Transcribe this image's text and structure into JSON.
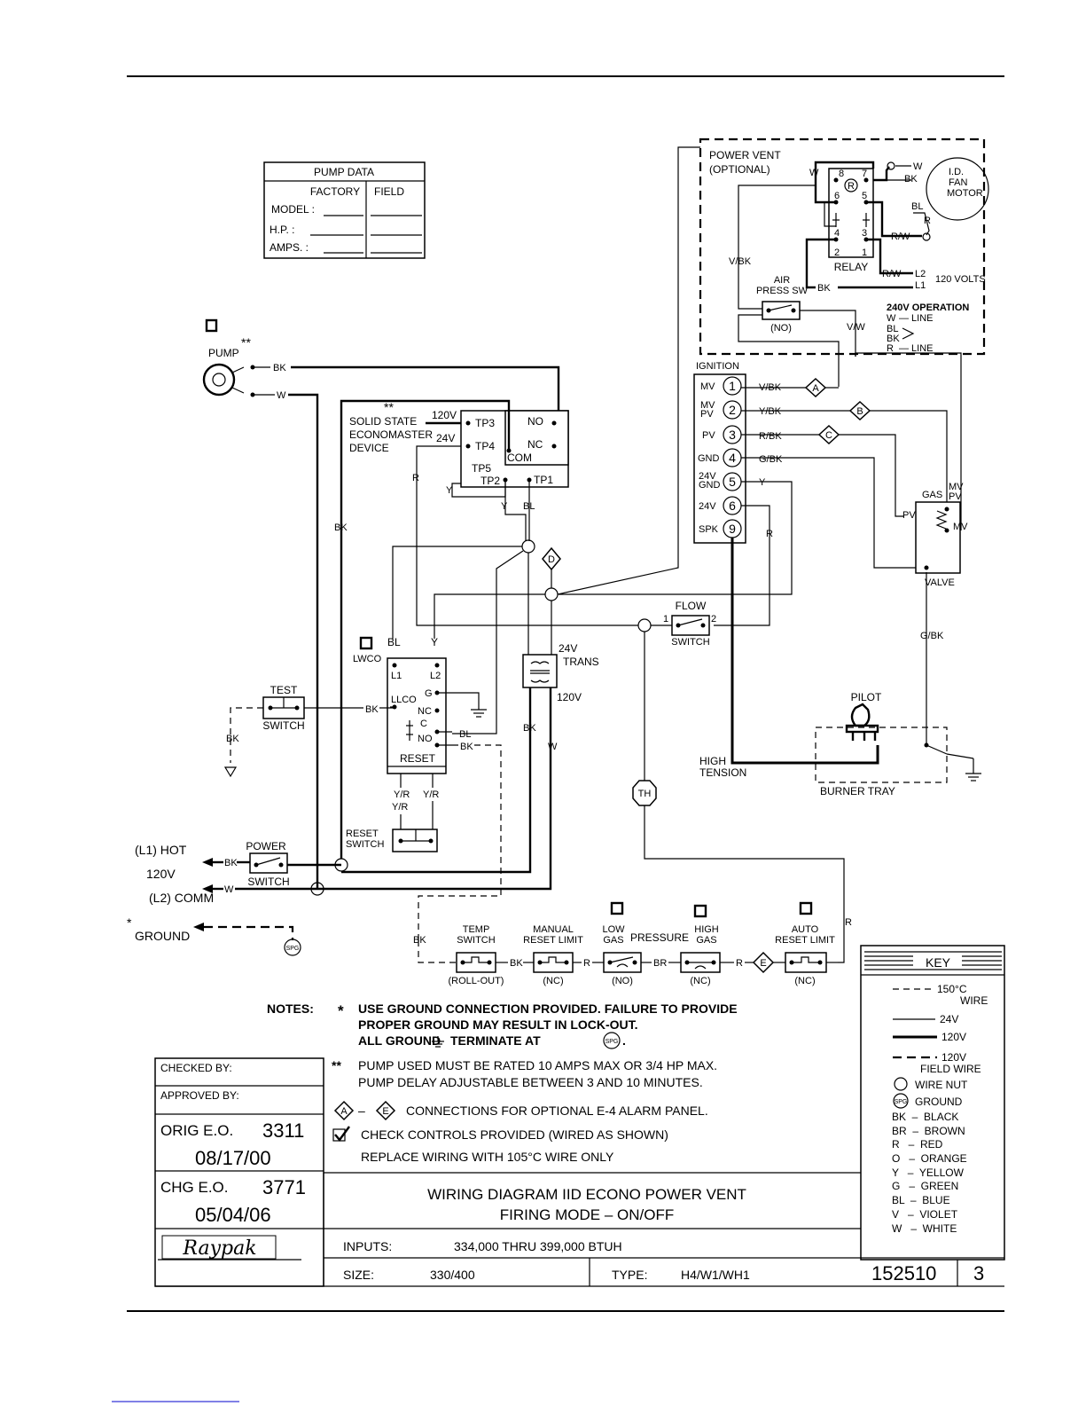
{
  "pump_data": {
    "title": "PUMP DATA",
    "col_factory": "FACTORY",
    "col_field": "FIELD",
    "rows": [
      "MODEL :",
      "H.P. :",
      "AMPS. :"
    ]
  },
  "power_vent": {
    "title1": "POWER VENT",
    "title2": "(OPTIONAL)",
    "relay": "RELAY",
    "relay_coil": "R",
    "relay_terms": [
      "8",
      "7",
      "6",
      "5",
      "4",
      "3",
      "2",
      "1"
    ],
    "fan1": "I.D.",
    "fan2": "FAN",
    "fan3": "MOTOR",
    "wire_w": "W",
    "wire_bk": "BK",
    "wire_bl": "BL",
    "wire_r": "R",
    "wire_rw": "R/W",
    "wire_rw2": "R/W",
    "l2": "L2",
    "l1": "L1",
    "volts": "120 VOLTS",
    "wire_bk2": "BK",
    "wire_vbk": "V/BK",
    "wire_vw": "V/W",
    "air1": "AIR",
    "air2": "PRESS SW",
    "air_no": "(NO)",
    "op240": "240V OPERATION",
    "op_w": "W",
    "op_bl": "BL",
    "op_bk": "BK",
    "op_r": "R",
    "op_line1": "— LINE",
    "op_line2": "— LINE"
  },
  "ignition": {
    "title": "IGNITION",
    "terminals": [
      {
        "label": "MV",
        "num": "1",
        "wire": "V/BK"
      },
      {
        "label": "MV\nPV",
        "num": "2",
        "wire": "Y/BK"
      },
      {
        "label": "PV",
        "num": "3",
        "wire": "R/BK"
      },
      {
        "label": "GND",
        "num": "4",
        "wire": "G/BK"
      },
      {
        "label": "24V\nGND",
        "num": "5",
        "wire": "Y"
      },
      {
        "label": "24V",
        "num": "6",
        "wire": ""
      },
      {
        "label": "SPK",
        "num": "9",
        "wire": ""
      }
    ],
    "alarm_a": "A",
    "alarm_b": "B",
    "alarm_c": "C",
    "alarm_d": "D",
    "alarm_e": "E"
  },
  "gas_valve": {
    "gas": "GAS",
    "valve": "VALVE",
    "mv_pv": "MV\nPV",
    "pv": "PV",
    "mv": "MV",
    "wire_gbk": "G/BK"
  },
  "pump": {
    "label": "PUMP",
    "stars": "**",
    "wire_bk": "BK",
    "wire_w": "W"
  },
  "econo": {
    "stars": "**",
    "line1": "SOLID STATE",
    "line2": "ECONOMASTER",
    "line3": "DEVICE",
    "v120": "120V",
    "v24": "24V",
    "tp3": "TP3",
    "tp4": "TP4",
    "tp5": "TP5",
    "tp2": "TP2",
    "tp1": "TP1",
    "no": "NO",
    "nc": "NC",
    "com": "COM",
    "wire_r": "R",
    "wire_y": "Y",
    "wire_y2": "Y",
    "wire_bl": "BL",
    "wire_bk": "BK"
  },
  "flow_switch": {
    "line1": "FLOW",
    "line2": "SWITCH",
    "t1": "1",
    "t2": "2",
    "wire_r": "R"
  },
  "transformer": {
    "v24": "24V",
    "label": "TRANS",
    "v120": "120V",
    "wire_bk": "BK",
    "wire_w": "W"
  },
  "lwco": {
    "label": "LWCO",
    "wire_bl": "BL",
    "wire_y": "Y",
    "l1": "L1",
    "l2": "L2",
    "g": "G",
    "llco": "LLCO",
    "nc": "NC",
    "c": "C",
    "no": "NO",
    "reset": "RESET",
    "wire_bl2": "BL",
    "wire_bk": "BK",
    "yr1": "Y/R",
    "yr2": "Y/R",
    "yr3": "Y/R"
  },
  "test_switch": {
    "line1": "TEST",
    "line2": "SWITCH",
    "wire_bk": "BK",
    "wire_bk2": "BK"
  },
  "reset_switch": {
    "line1": "RESET",
    "line2": "SWITCH"
  },
  "pilot": {
    "label": "PILOT",
    "high1": "HIGH",
    "high2": "TENSION",
    "burner": "BURNER TRAY"
  },
  "th": {
    "label": "TH",
    "wire_r": "R"
  },
  "power": {
    "l1": "(L1) HOT",
    "v120": "120V",
    "l2": "(L2) COMM",
    "ground": "GROUND",
    "ground_star": "*",
    "wire_bk": "BK",
    "wire_w": "W",
    "sw1": "POWER",
    "sw2": "SWITCH",
    "spg": "SPG"
  },
  "limits": {
    "temp1": "TEMP",
    "temp2": "SWITCH",
    "temp3": "(ROLL-OUT)",
    "man1": "MANUAL",
    "man2": "RESET LIMIT",
    "man3": "(NC)",
    "low1": "LOW",
    "low2": "GAS",
    "low3": "(NO)",
    "pressure": "PRESSURE",
    "high1": "HIGH",
    "high2": "GAS",
    "high3": "(NC)",
    "auto1": "AUTO",
    "auto2": "RESET LIMIT",
    "auto3": "(NC)",
    "w_bk1": "BK",
    "w_bk2": "BK",
    "w_r1": "R",
    "w_br": "BR",
    "w_r2": "R"
  },
  "notes": {
    "heading": "NOTES:",
    "n1_mark": "*",
    "n1_l1": "USE GROUND CONNECTION PROVIDED. FAILURE TO PROVIDE",
    "n1_l2": "PROPER GROUND MAY RESULT IN LOCK-OUT.",
    "n1_l3a": "ALL GROUND",
    "n1_l3b": "TERMINATE AT",
    "n2_mark": "**",
    "n2_l1": "PUMP USED MUST BE RATED 10 AMPS MAX OR 3/4 HP MAX.",
    "n2_l2": "PUMP DELAY ADJUSTABLE BETWEEN 3 AND 10 MINUTES.",
    "n3": "CONNECTIONS FOR OPTIONAL E-4 ALARM PANEL.",
    "n3_dash": "–",
    "n4": "CHECK CONTROLS PROVIDED (WIRED AS SHOWN)",
    "n5": "REPLACE WIRING WITH 105°C WIRE ONLY"
  },
  "key": {
    "title": "KEY",
    "k150a": "150°C",
    "k150b": "WIRE",
    "k24": "24V",
    "k120": "120V",
    "k120f": "120V",
    "kfield": "FIELD WIRE",
    "knut": "WIRE NUT",
    "kground": "GROUND",
    "colors": [
      "BK  –  BLACK",
      "BR  –  BROWN",
      "R   –  RED",
      "O   –  ORANGE",
      "Y   –  YELLOW",
      "G   –  GREEN",
      "BL  –  BLUE",
      "V   –  VIOLET",
      "W   –  WHITE"
    ]
  },
  "title_block": {
    "checked": "CHECKED BY:",
    "approved": "APPROVED BY:",
    "orig_label": "ORIG E.O.",
    "orig_num": "3311",
    "orig_date": "08/17/00",
    "chg_label": "CHG E.O.",
    "chg_num": "3771",
    "chg_date": "05/04/06",
    "brand": "Raypak",
    "title1": "WIRING DIAGRAM IID ECONO POWER VENT",
    "title2": "FIRING MODE – ON/OFF",
    "inputs_label": "INPUTS:",
    "inputs_value": "334,000 THRU 399,000 BTUH",
    "size_label": "SIZE:",
    "size_value": "330/400",
    "type_label": "TYPE:",
    "type_value": "H4/W1/WH1",
    "drawing_no": "152510",
    "rev": "3"
  }
}
